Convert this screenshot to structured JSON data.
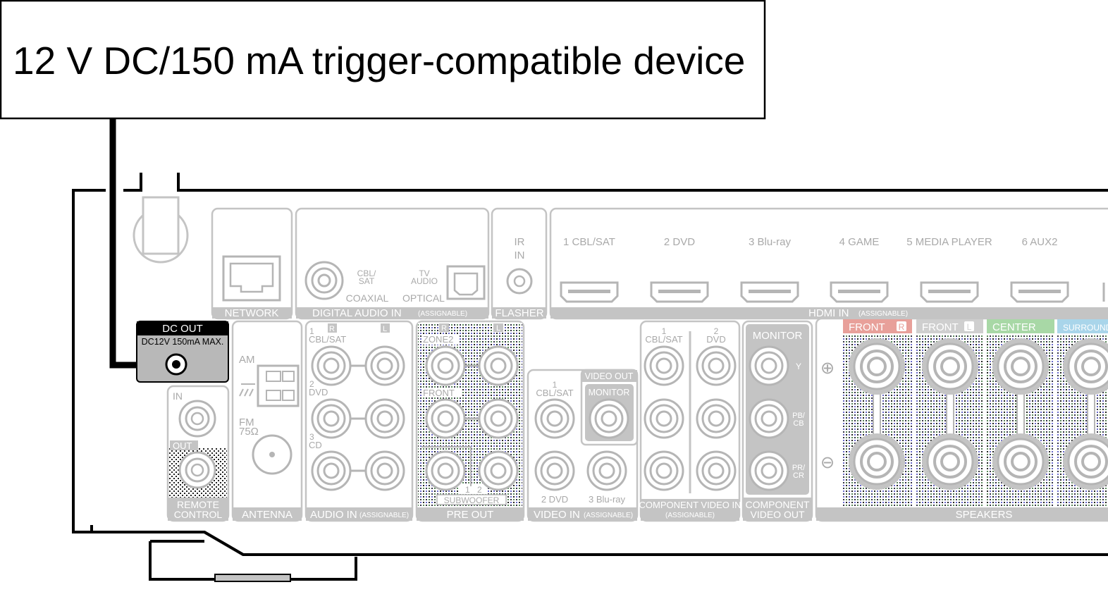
{
  "device_label": "12 V DC/150 mA trigger-compatible device",
  "dc_out": {
    "title": "DC OUT",
    "spec": "DC12V 150mA MAX."
  },
  "sections": {
    "network": "NETWORK",
    "digital_audio_in": "DIGITAL AUDIO IN",
    "digital_audio_in_note": "(ASSIGNABLE)",
    "flasher": "FLASHER",
    "hdmi_in": "HDMI IN",
    "hdmi_in_note": "(ASSIGNABLE)",
    "remote_control_1": "REMOTE",
    "remote_control_2": "CONTROL",
    "antenna": "ANTENNA",
    "audio_in": "AUDIO IN",
    "audio_in_note": "(ASSIGNABLE)",
    "pre_out": "PRE OUT",
    "video_in": "VIDEO IN",
    "video_in_note": "(ASSIGNABLE)",
    "component_video_in": "COMPONENT VIDEO IN",
    "component_video_in_note": "(ASSIGNABLE)",
    "component_video_out_1": "COMPONENT",
    "component_video_out_2": "VIDEO OUT",
    "speakers": "SPEAKERS"
  },
  "digital_audio": {
    "cbl_1": "CBL/",
    "cbl_2": "SAT",
    "coaxial": "COAXIAL",
    "tv_1": "TV",
    "tv_2": "AUDIO",
    "optical": "OPTICAL"
  },
  "ir_in": {
    "line1": "IR",
    "line2": "IN"
  },
  "hdmi_inputs": [
    "1 CBL/SAT",
    "2 DVD",
    "3 Blu-ray",
    "4 GAME",
    "5 MEDIA PLAYER",
    "6 AUX2"
  ],
  "remote": {
    "in": "IN",
    "out": "OUT"
  },
  "antenna_labels": {
    "am": "AM",
    "fm": "FM",
    "ohm": "75Ω"
  },
  "audio_in": {
    "r": "R",
    "l": "L",
    "in1": "1",
    "in1_name": "CBL/SAT",
    "in2": "2",
    "in2_name": "DVD",
    "in3": "3",
    "in3_name": "CD"
  },
  "pre_out": {
    "r": "R",
    "l": "L",
    "zone2": "ZONE2",
    "front": "FRONT",
    "sub1": "1",
    "sub2": "2",
    "subwoofer": "SUBWOOFER"
  },
  "video_in": {
    "in1_num": "1",
    "in1_name": "CBL/SAT",
    "in2": "2 DVD",
    "in3": "3 Blu-ray"
  },
  "video_out": {
    "title": "VIDEO OUT",
    "monitor": "MONITOR"
  },
  "component_in": {
    "in1_num": "1",
    "in1_name": "CBL/SAT",
    "in2_num": "2",
    "in2_name": "DVD"
  },
  "component_out": {
    "monitor": "MONITOR",
    "y": "Y",
    "pb_1": "PB/",
    "pb_2": "CB",
    "pr_1": "PR/",
    "pr_2": "CR"
  },
  "speakers": {
    "plus": "⊕",
    "minus": "⊖",
    "groups": [
      "FRONT",
      "FRONT",
      "CENTER",
      "SURROUND"
    ],
    "channel_badges": [
      "R",
      "L"
    ]
  },
  "colors": {
    "front_r": "#e8a09a",
    "front_l": "#cfcfcf",
    "center": "#a8d8a6",
    "surround": "#a9d5ea",
    "dc_out_panel": "#b8b8b8",
    "outline": "#000000",
    "faded": "#c4c4c4"
  }
}
